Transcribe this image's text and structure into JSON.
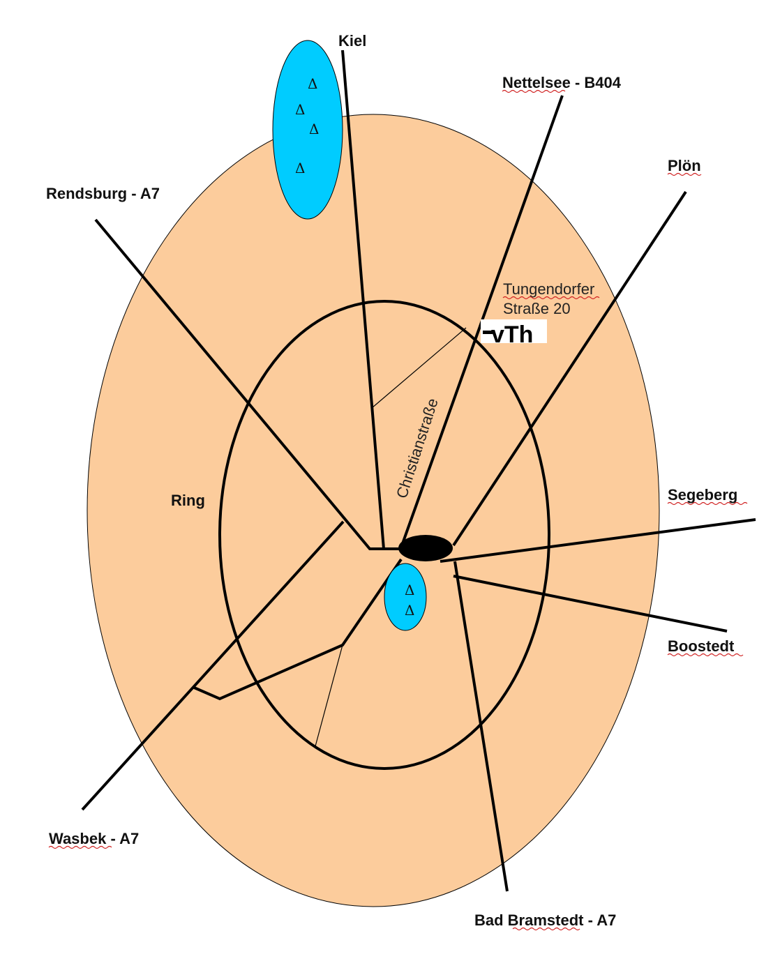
{
  "labels": {
    "kiel": "Kiel",
    "nettelsee": "Nettelsee - B404",
    "ploen": "Plön",
    "rendsburg": "Rendsburg - A7",
    "segeberg": "Segeberg",
    "boostedt": "Boostedt",
    "wasbek": "Wasbek - A7",
    "bad_bramstedt": "Bad Bramstedt - A7",
    "ring": "Ring",
    "christianstrasse": "Christianstraße",
    "address_line1": "Tungendorfer",
    "address_line2": "Straße 20",
    "logo_text": "vTh"
  },
  "lake_symbol": "Δ",
  "colors": {
    "outer_area": "#fccc9c",
    "lake": "#00ccff",
    "roads": "#000000",
    "spellcheck_underline": "#d02020"
  },
  "icons": {
    "lake_markers": "triangle-symbol",
    "center": "black-ellipse-marker",
    "logo": "vth-logo"
  }
}
